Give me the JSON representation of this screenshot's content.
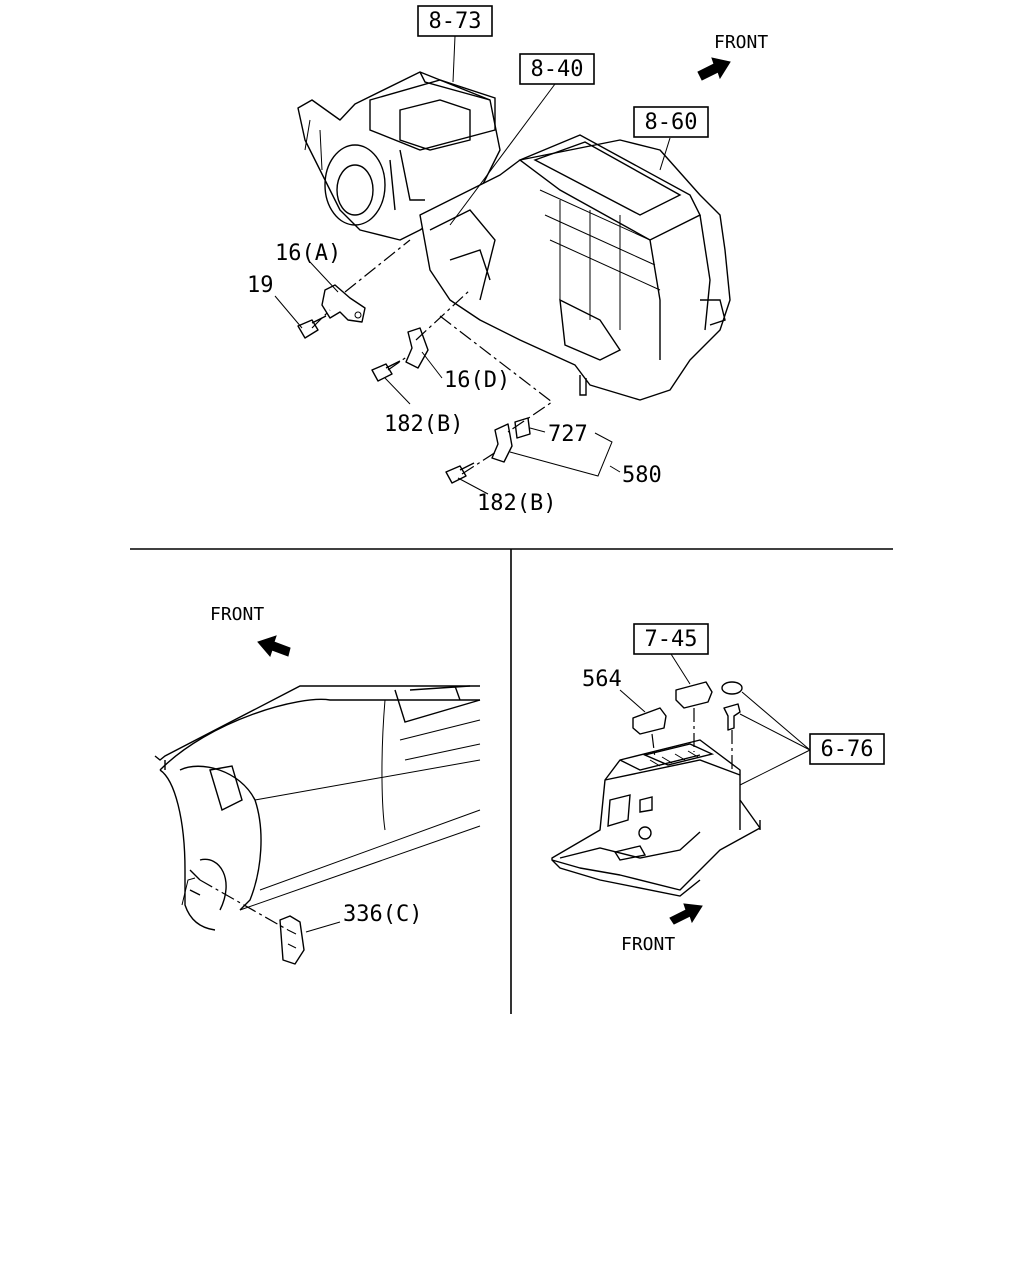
{
  "refs": {
    "r873": "8-73",
    "r840": "8-40",
    "r860": "8-60",
    "r745": "7-45",
    "r676": "6-76"
  },
  "labels": {
    "p16a": "16(A)",
    "p19": "19",
    "p16d": "16(D)",
    "p182b_1": "182(B)",
    "p727": "727",
    "p580": "580",
    "p182b_2": "182(B)",
    "p336c": "336(C)",
    "p564": "564"
  },
  "front_labels": {
    "top": "FRONT",
    "left": "FRONT",
    "right": "FRONT"
  }
}
